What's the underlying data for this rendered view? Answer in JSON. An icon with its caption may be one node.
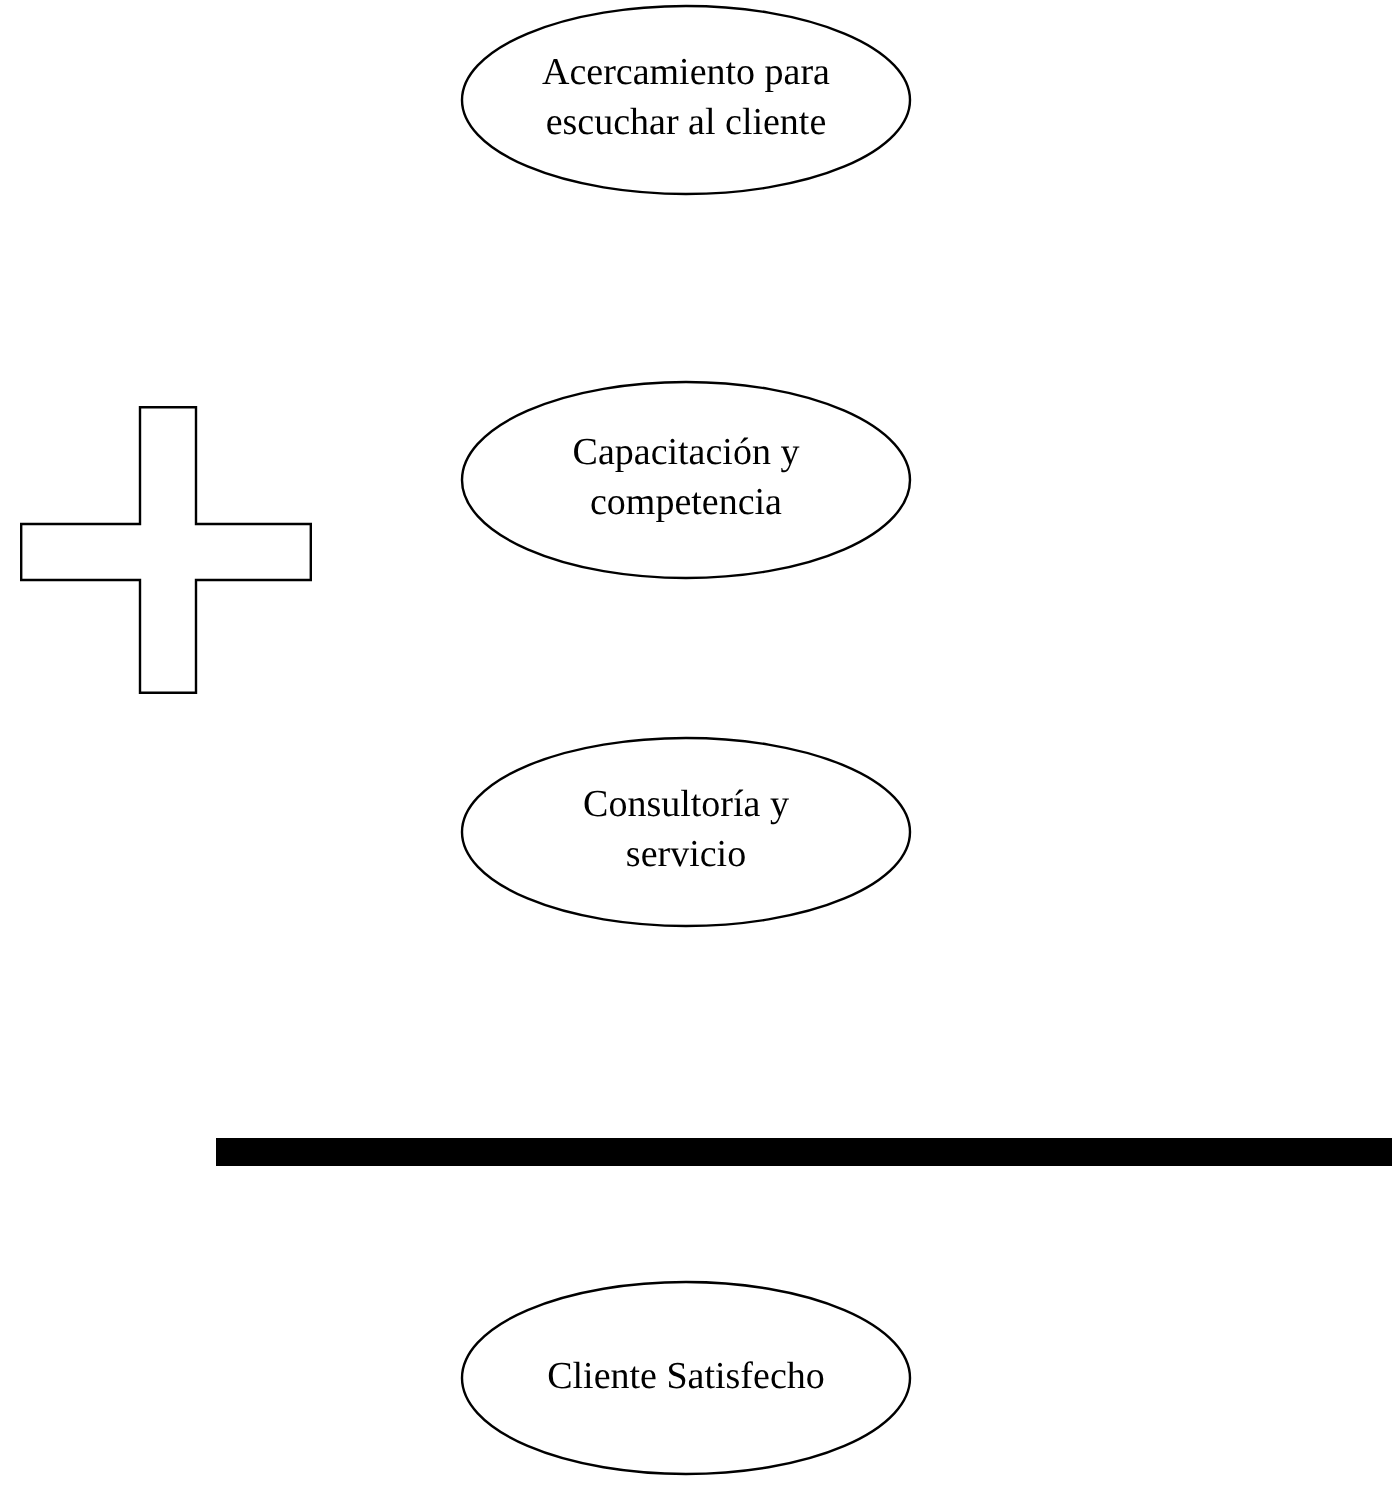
{
  "diagram": {
    "nodes": [
      {
        "text": [
          "Acercamiento para escuchar al cliente"
        ]
      },
      {
        "text": [],
        "shape": "cross"
      },
      {
        "text": [
          "Capacitación y competencia"
        ]
      },
      {
        "text": [
          "Consultoría y servicio"
        ]
      },
      {
        "text": [],
        "shape": "bar"
      },
      {
        "text": [
          "Cliente Satisfecho"
        ]
      }
    ]
  }
}
